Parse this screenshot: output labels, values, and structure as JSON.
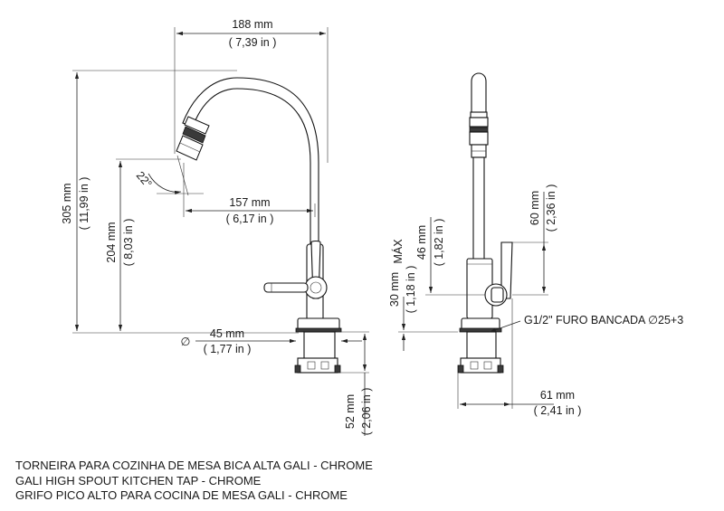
{
  "dimensions": {
    "width_total": {
      "mm": "188 mm",
      "inch": "( 7,39 in )"
    },
    "height_total": {
      "mm": "305 mm",
      "inch": "( 11,99 in )"
    },
    "spout_height": {
      "mm": "204 mm",
      "inch": "( 8,03 in )"
    },
    "spout_reach": {
      "mm": "157 mm",
      "inch": "( 6,17 in )"
    },
    "angle": "22°",
    "base_diameter": {
      "symbol": "∅",
      "mm": "45 mm",
      "inch": "( 1,77 in )"
    },
    "shank_length": {
      "mm": "52 mm",
      "inch": "( 2,06 in )"
    },
    "side_height": {
      "mm": "60 mm",
      "inch": "( 2,36 in )"
    },
    "max_label": "MÁX",
    "side_upper": {
      "mm": "46 mm",
      "inch": "( 1,82 in )"
    },
    "side_lower": {
      "mm": "30 mm",
      "inch": "( 1,18 in )"
    },
    "side_depth": {
      "mm": "61 mm",
      "inch": "( 2,41 in )"
    },
    "thread_note": "G1/2\"  FURO BANCADA ∅25+3"
  },
  "captions": [
    "TORNEIRA PARA COZINHA DE MESA BICA ALTA GALI - CHROME",
    "GALI HIGH SPOUT KITCHEN TAP - CHROME",
    "GRIFO PICO ALTO PARA COCINA DE MESA GALI - CHROME"
  ]
}
